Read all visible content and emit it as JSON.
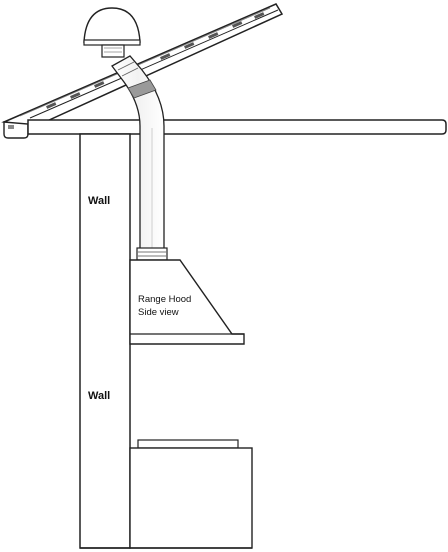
{
  "diagram": {
    "labels": {
      "wall_upper": "Wall",
      "wall_lower": "Wall",
      "hood_line1": "Range Hood",
      "hood_line2": "Side view"
    },
    "colors": {
      "stroke": "#222222",
      "fill": "#ffffff",
      "shingle": "#555555",
      "duct_band": "#9a9a9a"
    }
  }
}
